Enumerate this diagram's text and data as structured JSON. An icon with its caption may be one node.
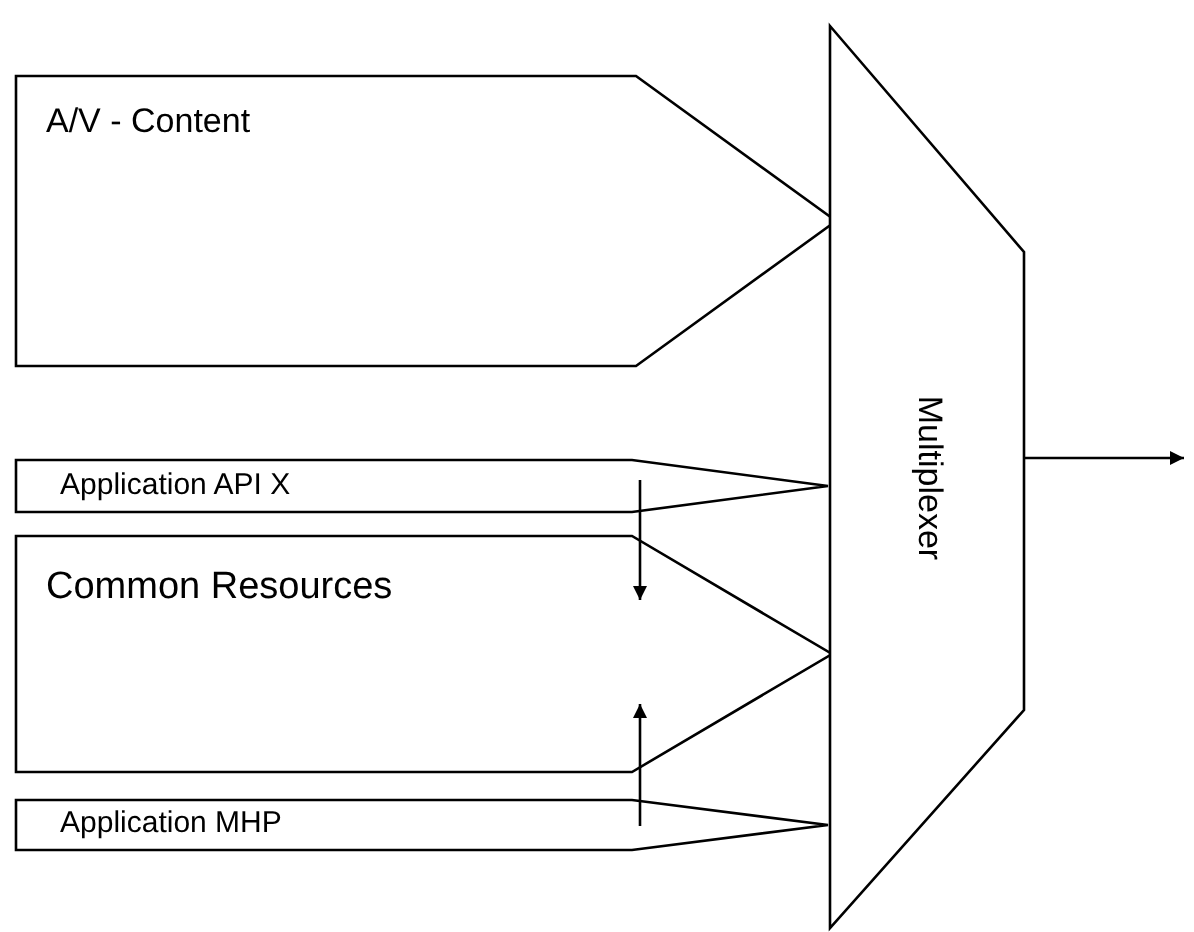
{
  "diagram": {
    "nodes": [
      {
        "text": [
          "A/V - Content"
        ]
      },
      {
        "text": [
          "Application API X"
        ]
      },
      {
        "text": [
          "Common Resources"
        ]
      },
      {
        "text": [
          "Application MHP"
        ]
      },
      {
        "text": [
          "Multiplexer"
        ]
      }
    ],
    "edges": [
      {
        "from": 1,
        "to": 2,
        "arrow": "to"
      },
      {
        "from": 3,
        "to": 2,
        "arrow": "to"
      },
      {
        "from": 4,
        "to": null,
        "arrow": "to"
      }
    ]
  }
}
